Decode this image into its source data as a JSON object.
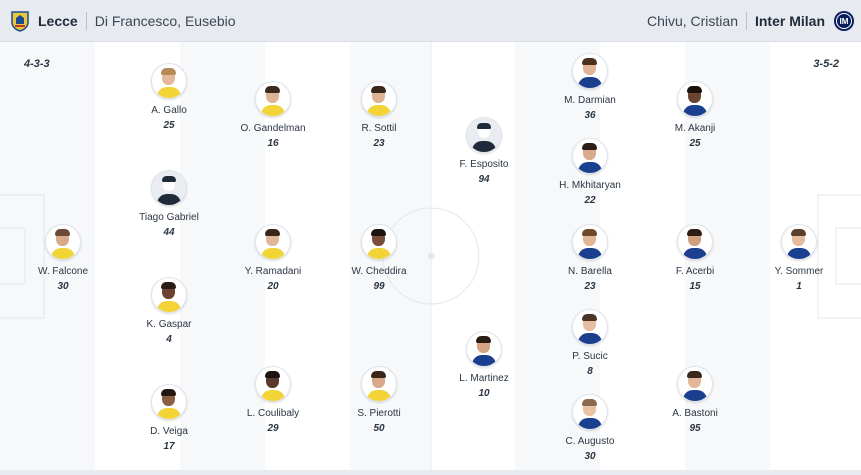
{
  "home": {
    "team": "Lecce",
    "coach": "Di Francesco, Eusebio",
    "formation": "4-3-3",
    "players": [
      {
        "name": "W. Falcone",
        "number": "30"
      },
      {
        "name": "A. Gallo",
        "number": "25"
      },
      {
        "name": "Tiago Gabriel",
        "number": "44"
      },
      {
        "name": "K. Gaspar",
        "number": "4"
      },
      {
        "name": "D. Veiga",
        "number": "17"
      },
      {
        "name": "O. Gandelman",
        "number": "16"
      },
      {
        "name": "Y. Ramadani",
        "number": "20"
      },
      {
        "name": "L. Coulibaly",
        "number": "29"
      },
      {
        "name": "R. Sottil",
        "number": "23"
      },
      {
        "name": "W. Cheddira",
        "number": "99"
      },
      {
        "name": "S. Pierotti",
        "number": "50"
      }
    ]
  },
  "away": {
    "team": "Inter Milan",
    "coach": "Chivu, Cristian",
    "formation": "3-5-2",
    "players": [
      {
        "name": "F. Esposito",
        "number": "94"
      },
      {
        "name": "L. Martinez",
        "number": "10"
      },
      {
        "name": "M. Darmian",
        "number": "36"
      },
      {
        "name": "H. Mkhitaryan",
        "number": "22"
      },
      {
        "name": "N. Barella",
        "number": "23"
      },
      {
        "name": "P. Sucic",
        "number": "8"
      },
      {
        "name": "C. Augusto",
        "number": "30"
      },
      {
        "name": "M. Akanji",
        "number": "25"
      },
      {
        "name": "F. Acerbi",
        "number": "15"
      },
      {
        "name": "A. Bastoni",
        "number": "95"
      },
      {
        "name": "Y. Sommer",
        "number": "1"
      }
    ]
  }
}
